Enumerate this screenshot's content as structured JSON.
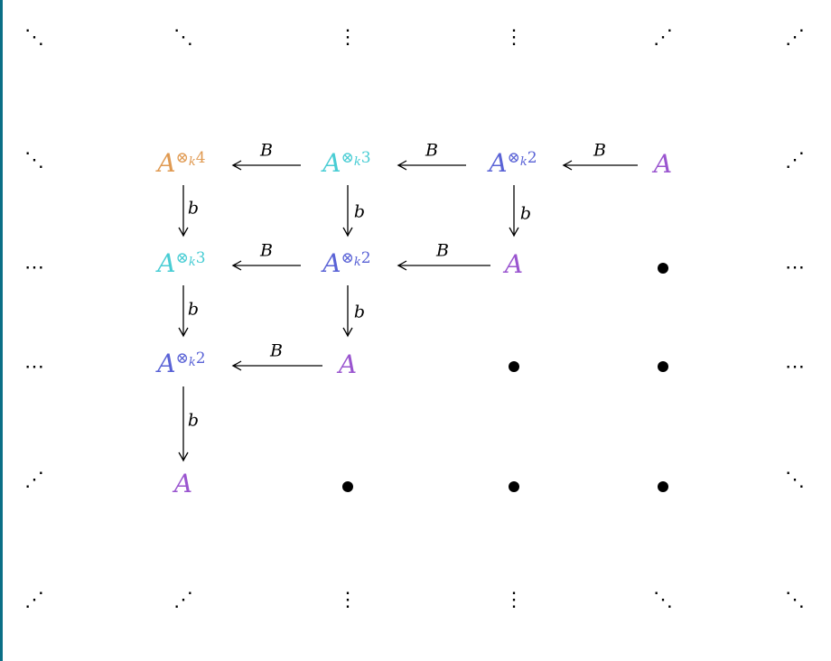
{
  "diagram": {
    "colors": {
      "orange": "#e09a52",
      "cyan": "#49cdd4",
      "blue": "#5a63d6",
      "purple": "#9a55cf",
      "edge": "#0b6f86"
    },
    "nodes": {
      "base": "A",
      "tensor_op": "⊗",
      "tensor_sub": "k",
      "power4": "4",
      "power3": "3",
      "power2": "2"
    },
    "arrow_labels": {
      "horizontal": "B",
      "vertical": "b"
    },
    "ellipses": {
      "diag_down": "⋱",
      "diag_up": "⋰",
      "vertical": "⋮",
      "horizontal": "⋯"
    }
  }
}
